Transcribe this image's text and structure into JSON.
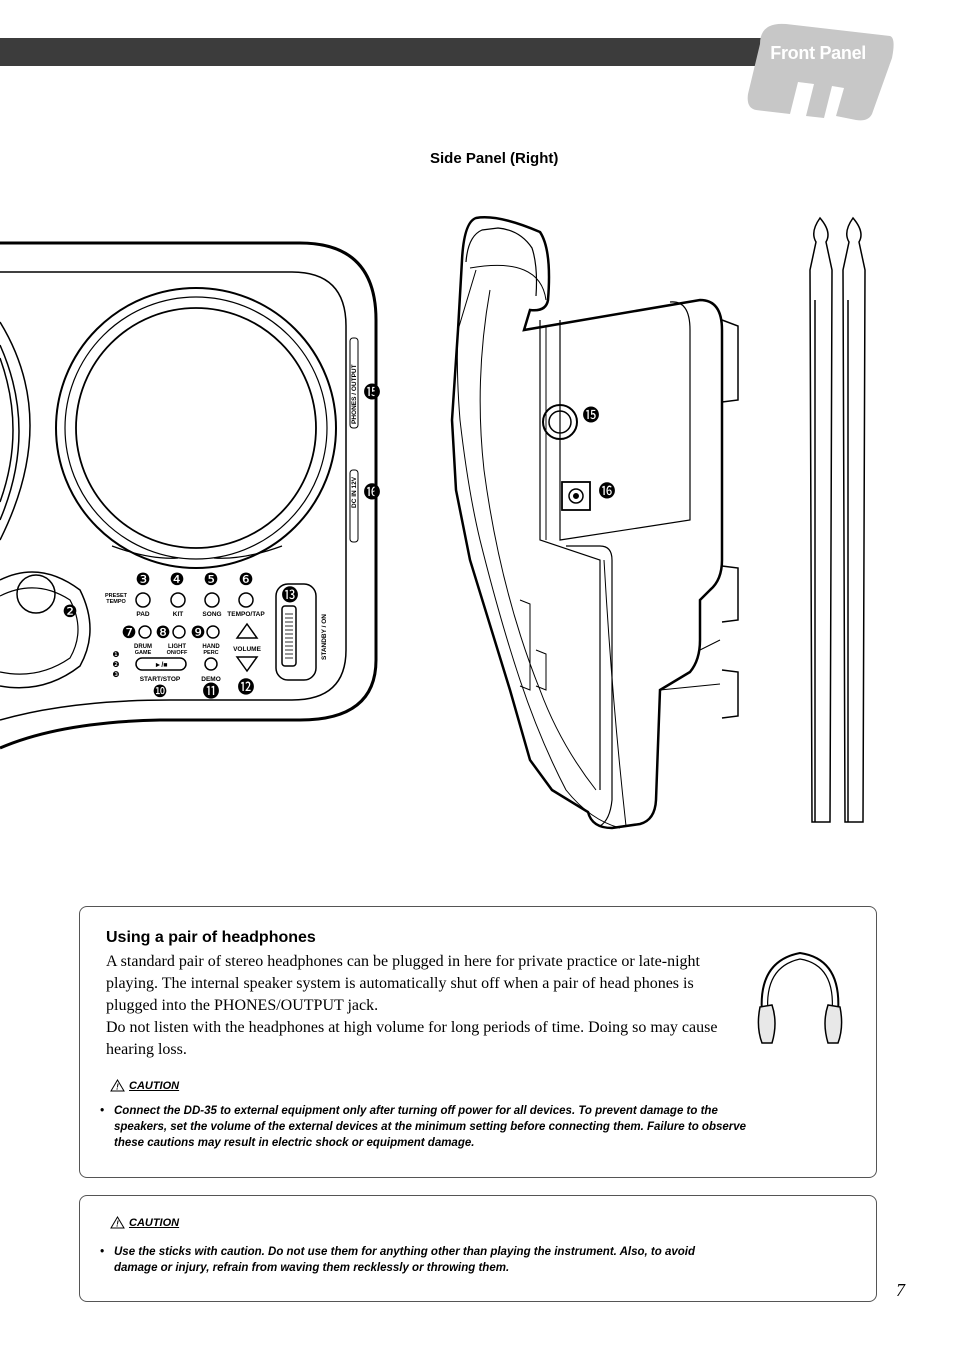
{
  "header": {
    "section_title": "Front Panel"
  },
  "figure": {
    "caption": "Side Panel (Right)",
    "front_labels": {
      "preset_tempo": [
        "PRESET",
        "TEMPO"
      ],
      "pad": "PAD",
      "kit": "KIT",
      "song": "SONG",
      "tempo_tap": "TEMPO/TAP",
      "drum_game": [
        "DRUM",
        "GAME"
      ],
      "light_on_off": [
        "LIGHT",
        "ON/OFF"
      ],
      "hand_perc": [
        "HAND",
        "PERC"
      ],
      "volume": "VOLUME",
      "start_stop": "START/STOP",
      "demo": "DEMO",
      "play_stop_symbol": "►/■",
      "standby_on": "STANDBY / ON",
      "phones_output": "PHONES / OUTPUT",
      "dc_in": "DC IN 12V",
      "game_levels": [
        "❶",
        "❷",
        "❸"
      ]
    },
    "callouts": {
      "n2": "❷",
      "n3": "❸",
      "n4": "❹",
      "n5": "❺",
      "n6": "❻",
      "n7": "❼",
      "n8": "❽",
      "n9": "❾",
      "n10": "❿",
      "n11": "⓫",
      "n12": "⓬",
      "n13": "⓭",
      "n15": "⓯",
      "n16": "⓰"
    }
  },
  "headphones_box": {
    "heading": "Using a pair of headphones",
    "paragraphs": [
      "A standard pair of stereo headphones can be plugged in here for private practice or late-night playing. The internal speaker system is automatically shut off when a pair of head phones is plugged into the PHONES/OUTPUT jack.",
      "Do not listen with the headphones at high volume for long periods of time. Doing so may cause hearing loss."
    ],
    "caution_label": "CAUTION",
    "caution_text": "Connect the DD-35 to external equipment only after turning off power for all devices. To prevent damage to the speakers, set the volume of the external devices at the minimum setting before connecting them. Failure to observe these cautions may result in electric shock or equipment damage."
  },
  "sticks_box": {
    "caution_label": "CAUTION",
    "caution_text": "Use the sticks with caution.  Do not use them for anything other than playing the instrument.  Also, to avoid damage or injury, refrain from waving them recklessly or throwing them."
  },
  "page_number": "7"
}
